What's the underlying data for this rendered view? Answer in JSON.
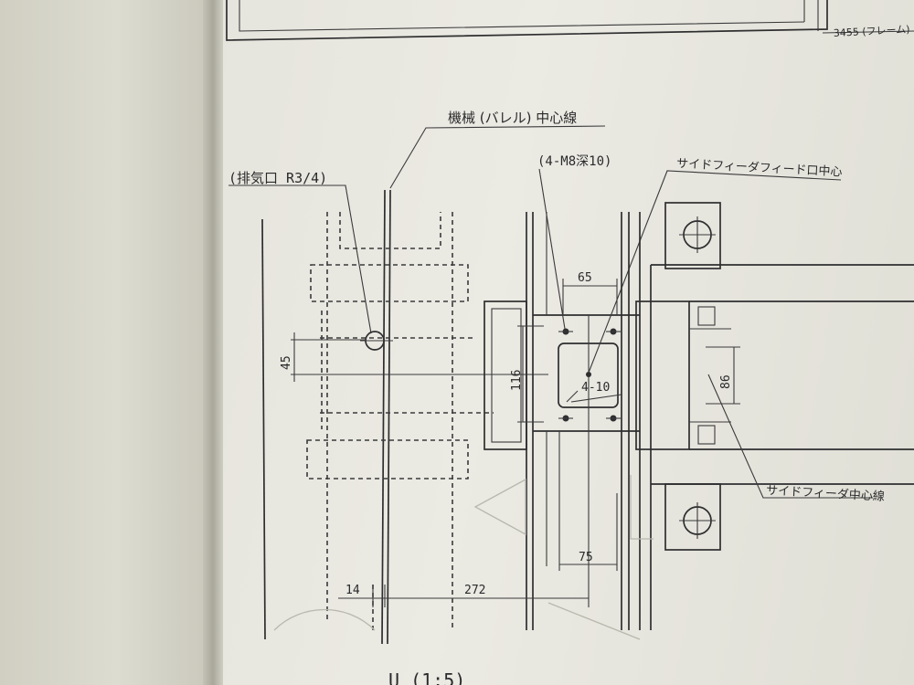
{
  "header": {
    "frame_dimension": "3455 (フレーム)"
  },
  "labels": {
    "barrel_center": "機械 (バレル) 中心線",
    "exhaust_port": "(排気口 R3/4)",
    "bolt_spec": "(4-M8深10)",
    "feed_port_center": "サイドフィーダフィード口中心",
    "side_feeder_center": "サイドフィーダ中心線",
    "view_caption": "U (1:5)"
  },
  "dimensions": {
    "d65": "65",
    "d45": "45",
    "d116": "116",
    "d4_10": "4-10",
    "d86": "86",
    "d75": "75",
    "d14": "14",
    "d272": "272"
  }
}
